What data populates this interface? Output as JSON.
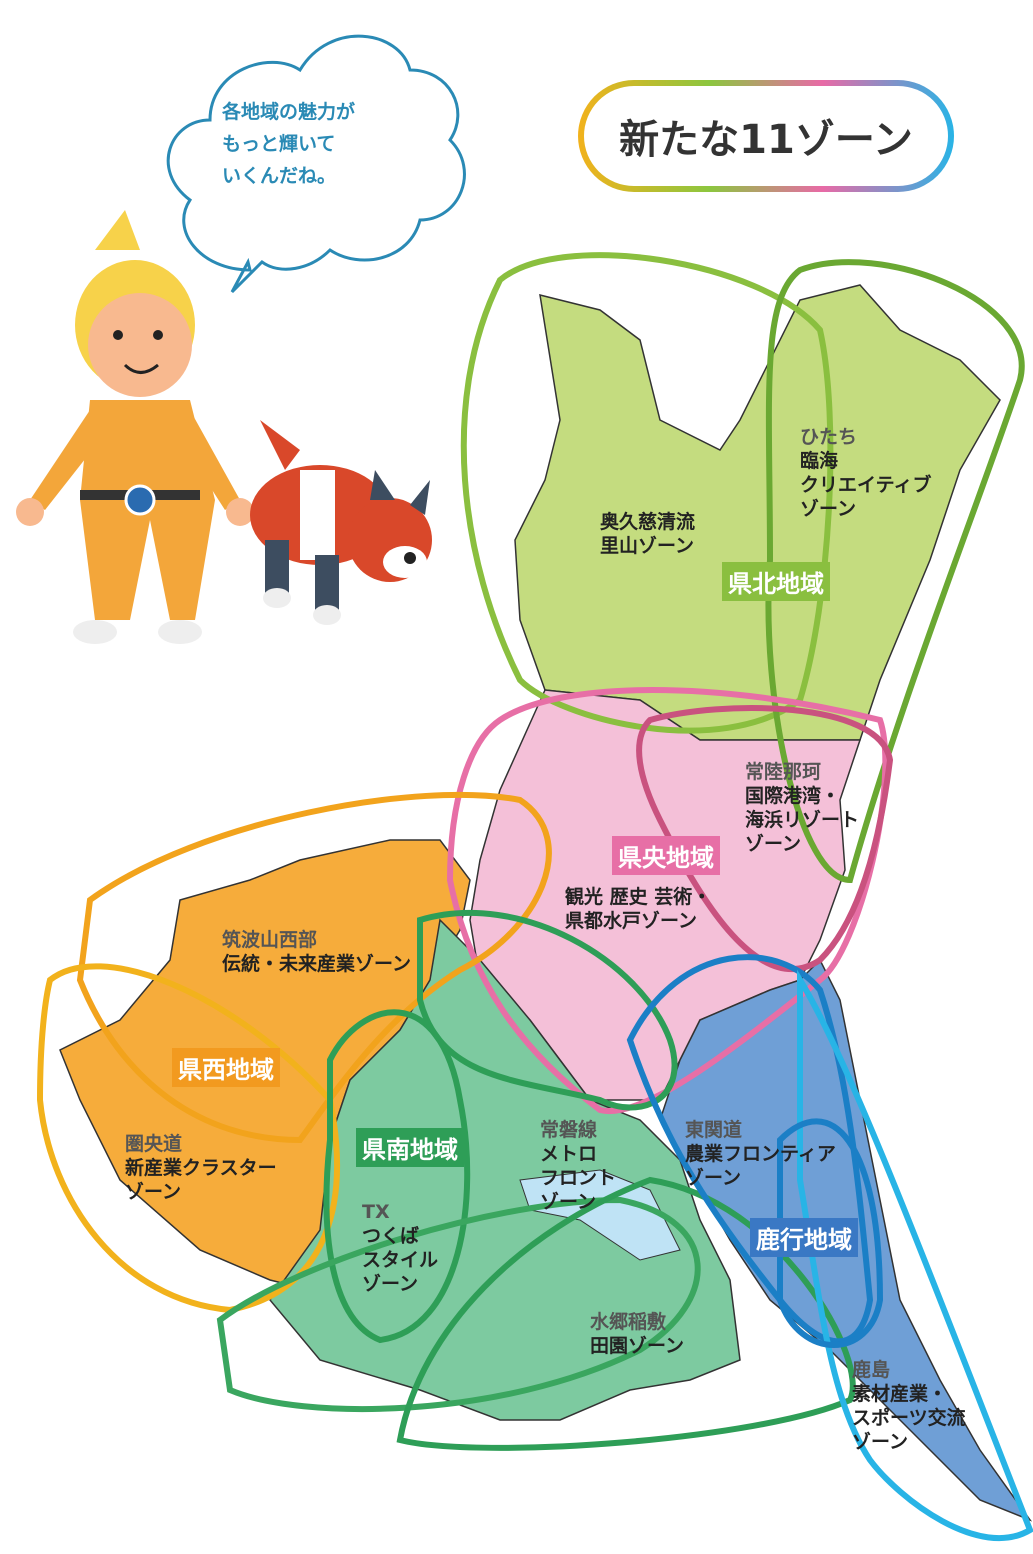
{
  "title": "新たな11ゾーン",
  "speech": [
    "各地域の魅力が",
    "もっと輝いて",
    "いくんだね。"
  ],
  "regions": {
    "north": {
      "label": "県北地域",
      "color": "#8abf3f"
    },
    "central": {
      "label": "県央地域",
      "color": "#e76fa6"
    },
    "west": {
      "label": "県西地域",
      "color": "#f29a1f"
    },
    "south": {
      "label": "県南地域",
      "color": "#2e9e57"
    },
    "rokko": {
      "label": "鹿行地域",
      "color": "#3a78c4"
    }
  },
  "zones": {
    "okukuji": [
      "奥久慈清流",
      "里山ゾーン"
    ],
    "hitachi": [
      "ひたち",
      "臨海",
      "クリエイティブ",
      "ゾーン"
    ],
    "hitachinaka": [
      "常陸那珂",
      "国際港湾・",
      "海浜リゾート",
      "ゾーン"
    ],
    "mito": [
      "観光 歴史 芸術・",
      "県都水戸ゾーン"
    ],
    "tsukuba_west": [
      "筑波山西部",
      "伝統・未来産業ゾーン"
    ],
    "kenodo": [
      "圏央道",
      "新産業クラスター",
      "ゾーン"
    ],
    "tx": [
      "TX",
      "つくば",
      "スタイル",
      "ゾーン"
    ],
    "joban": [
      "常磐線",
      "メトロ",
      "フロント",
      "ゾーン"
    ],
    "higashikanto": [
      "東関道",
      "農業フロンティア",
      "ゾーン"
    ],
    "suigo": [
      "水郷稲敷",
      "田園ゾーン"
    ],
    "kashima": [
      "鹿島",
      "素材産業・",
      "スポーツ交流",
      "ゾーン"
    ]
  }
}
